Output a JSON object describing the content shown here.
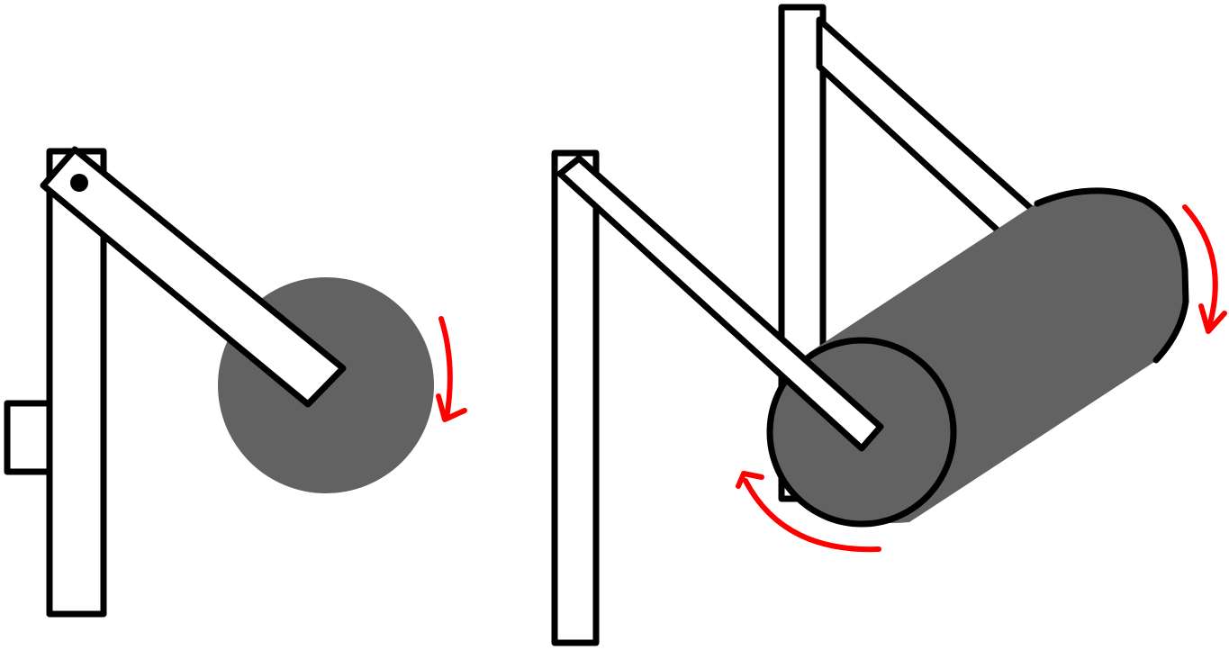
{
  "colors": {
    "roller": "#626262",
    "outline": "#000000",
    "rotation_arrow": "#ff0000",
    "background": "#ffffff"
  },
  "figures": [
    {
      "name": "side-view",
      "parts": [
        "post",
        "bracket",
        "arm",
        "pivot",
        "roller-disc",
        "rotation-arrow"
      ]
    },
    {
      "name": "angled-view",
      "parts": [
        "front-post",
        "back-post",
        "front-arm",
        "back-arm",
        "roller-cylinder",
        "rotation-arrow-top",
        "rotation-arrow-bottom"
      ]
    }
  ]
}
